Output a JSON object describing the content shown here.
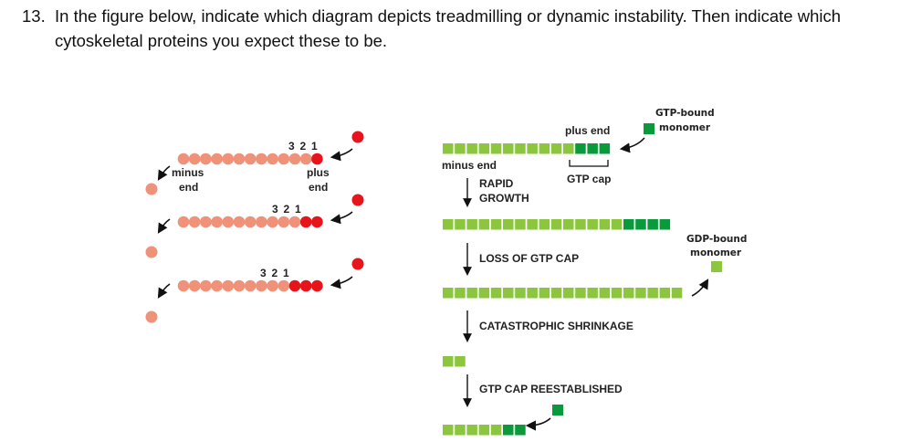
{
  "question": {
    "number": "13.",
    "text": "In the figure below, indicate which diagram depicts treadmilling or dynamic instability. Then indicate which cytoskeletal proteins you expect these to be."
  },
  "left_diagram": {
    "minus_end_line1": "minus",
    "minus_end_line2": "end",
    "plus_end_line1": "plus",
    "plus_end_line2": "end",
    "numbers": [
      "3",
      "2",
      "1"
    ],
    "colors": {
      "subunit": "#f0917a",
      "new_subunit": "#e8141c"
    }
  },
  "right_diagram": {
    "plus_end": "plus end",
    "minus_end": "minus end",
    "gtp_bound_line1": "GTP-bound",
    "gtp_bound_line2": "monomer",
    "gtp_cap": "GTP cap",
    "gdp_bound_line1": "GDP-bound",
    "gdp_bound_line2": "monomer",
    "step1_line1": "RAPID",
    "step1_line2": "GROWTH",
    "step2": "LOSS OF GTP CAP",
    "step3": "CATASTROPHIC SHRINKAGE",
    "step4": "GTP CAP REESTABLISHED",
    "colors": {
      "gdp": "#8cc63f",
      "gtp": "#0a9a3c"
    }
  }
}
